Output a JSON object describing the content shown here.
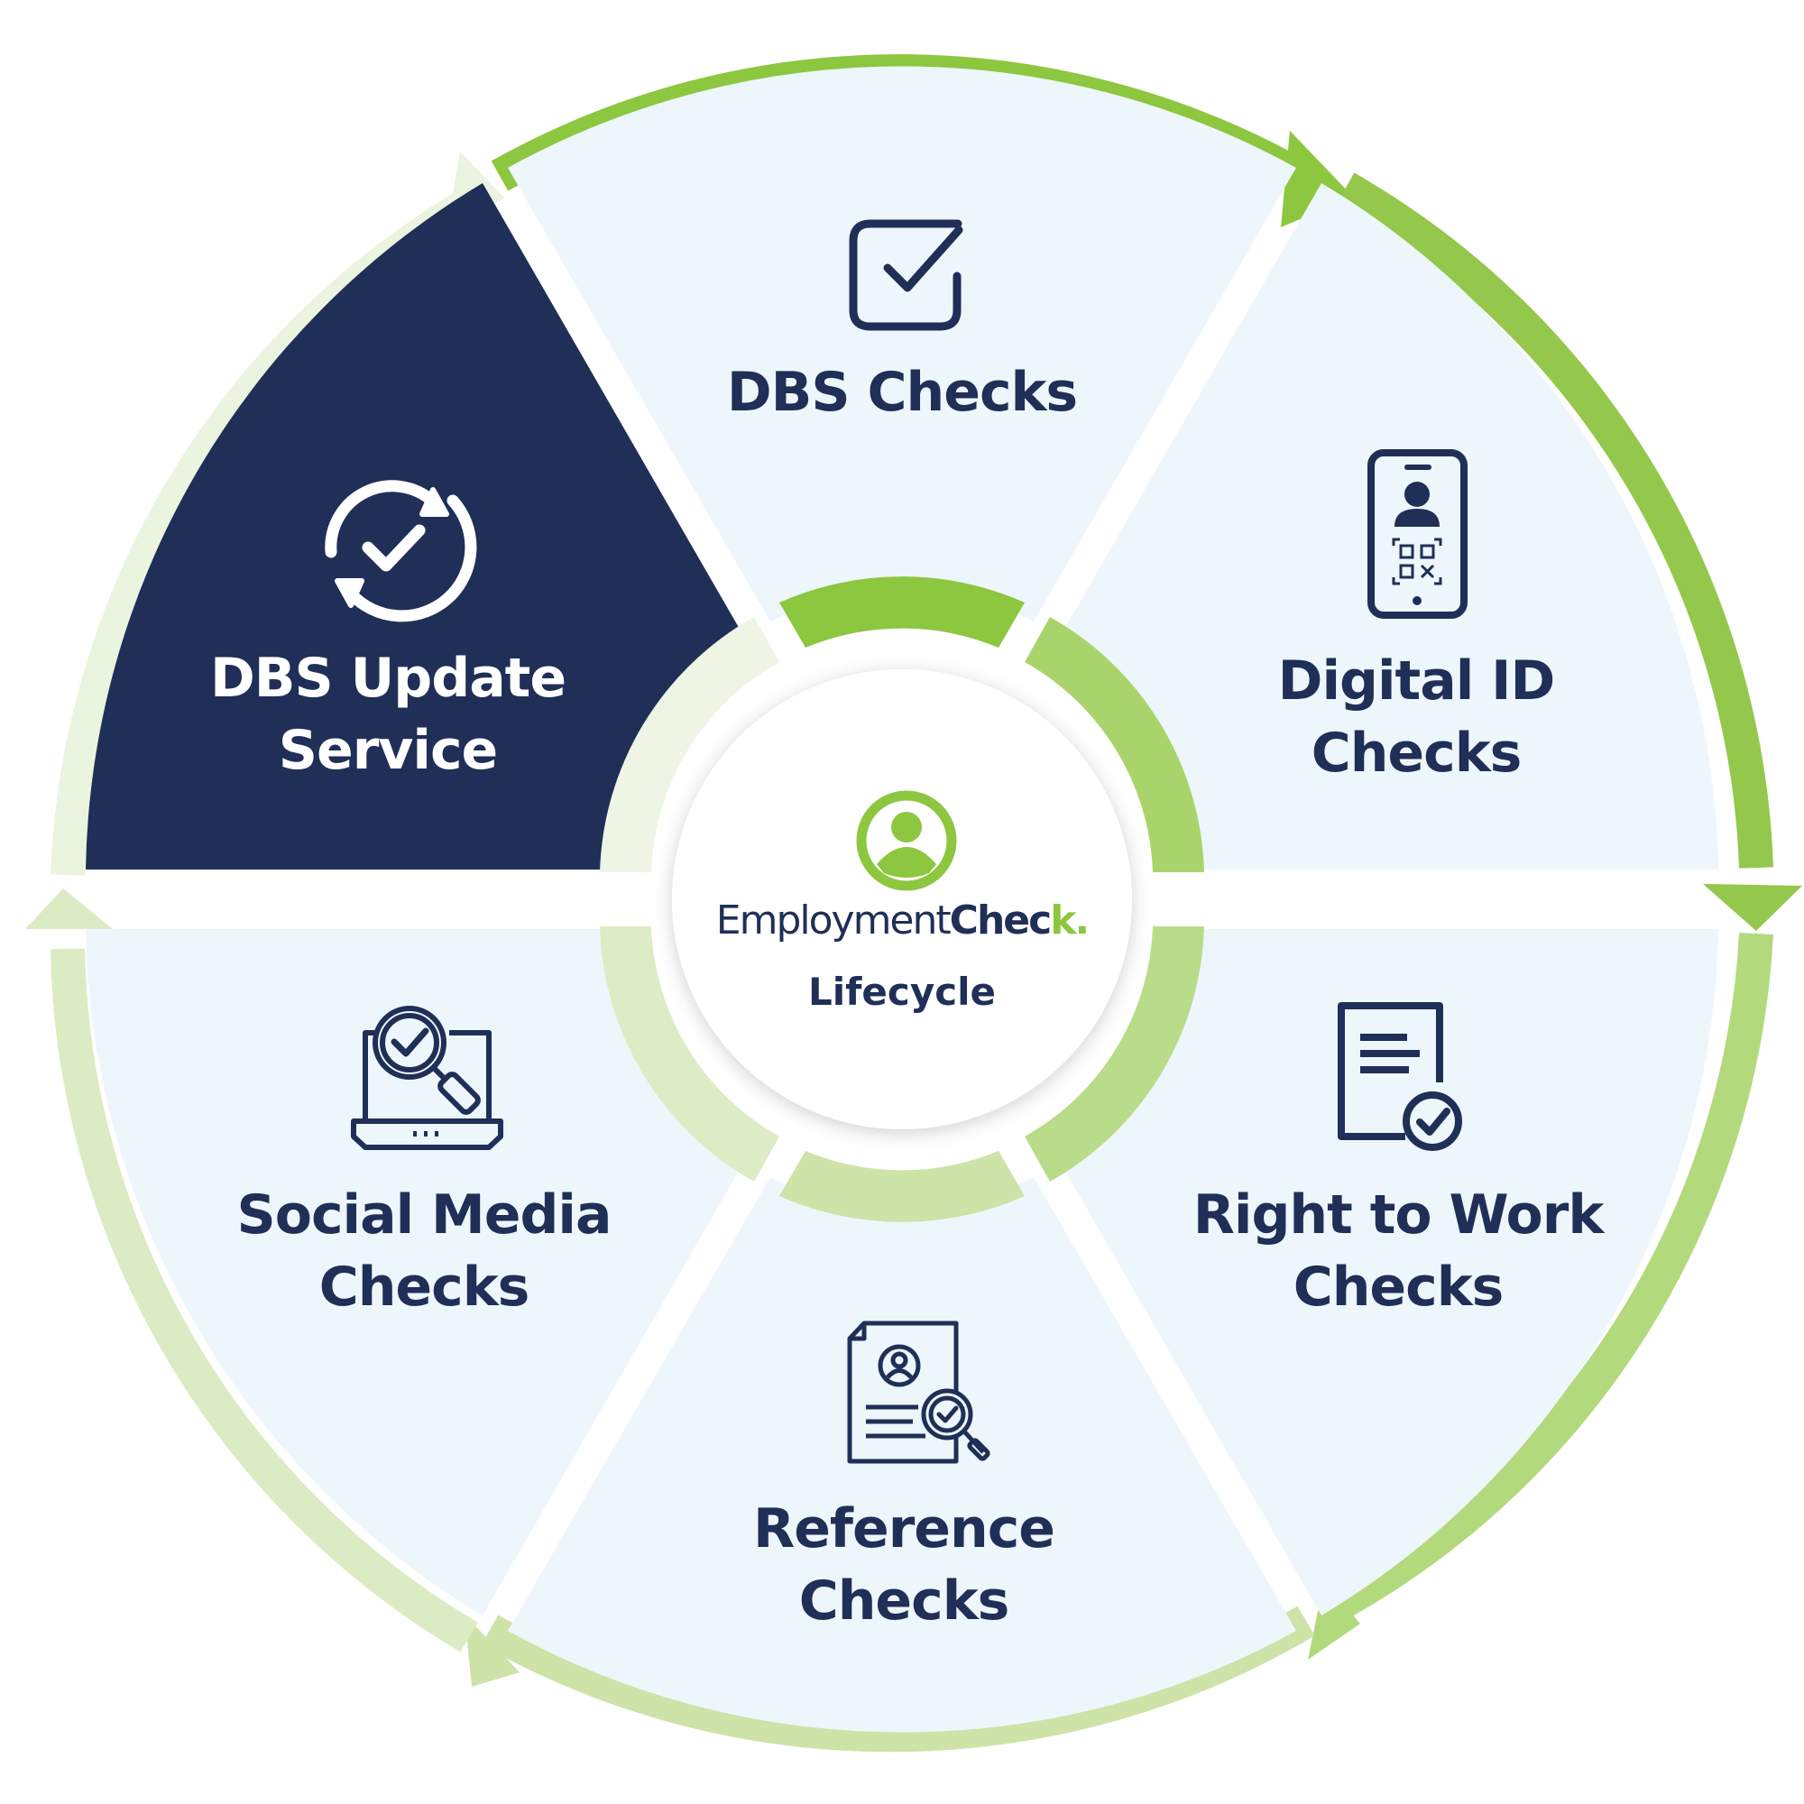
{
  "diagram": {
    "center": {
      "brand_regular": "Employment",
      "brand_bold": "Chec",
      "brand_tick": "k.",
      "label": "Lifecycle",
      "icon": "user-circle-icon"
    },
    "segments": [
      {
        "id": "dbs-checks",
        "lines": [
          "DBS Checks"
        ],
        "icon": "checkbox-icon",
        "highlighted": false
      },
      {
        "id": "digital-id-checks",
        "lines": [
          "Digital ID",
          "Checks"
        ],
        "icon": "phone-id-qr-icon",
        "highlighted": false
      },
      {
        "id": "right-to-work-checks",
        "lines": [
          "Right to Work",
          "Checks"
        ],
        "icon": "document-check-icon",
        "highlighted": false
      },
      {
        "id": "reference-checks",
        "lines": [
          "Reference",
          "Checks"
        ],
        "icon": "profile-search-icon",
        "highlighted": false
      },
      {
        "id": "social-media-checks",
        "lines": [
          "Social Media",
          "Checks"
        ],
        "icon": "laptop-search-icon",
        "highlighted": false
      },
      {
        "id": "dbs-update-service",
        "lines": [
          "DBS Update",
          "Service"
        ],
        "icon": "refresh-check-icon",
        "highlighted": true
      }
    ],
    "colors": {
      "navy": "#1f2f57",
      "segment_fill": "#edf6fa",
      "green_dark": "#8dc63f",
      "green_mid": "#a9d46c",
      "green_light": "#cde3a8",
      "green_pale": "#e4f0d0"
    }
  }
}
